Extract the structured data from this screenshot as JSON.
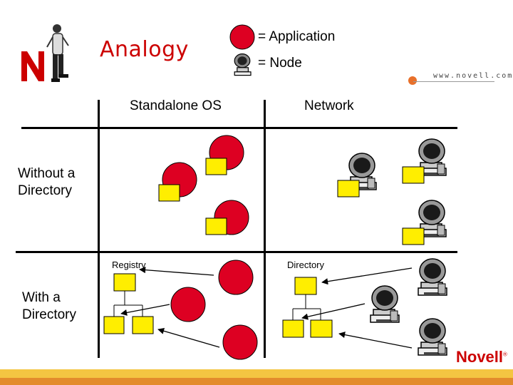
{
  "header": {
    "title": "Analogy",
    "url": "www.novell.com"
  },
  "legend": {
    "application_label": "= Application",
    "node_label": "= Node"
  },
  "columns": {
    "standalone": "Standalone OS",
    "network": "Network"
  },
  "rows": {
    "without_line1": "Without a",
    "without_line2": "Directory",
    "with_line1": "With a",
    "with_line2": "Directory"
  },
  "labels": {
    "registry": "Registry",
    "directory": "Directory"
  },
  "brand": {
    "name": "Novell",
    "mark": "®"
  },
  "colors": {
    "application": "#dd0022",
    "object": "#ffee00",
    "brand_red": "#cc0000",
    "footer_top": "#f4c542",
    "footer_bottom": "#e38b2c"
  },
  "icons": {
    "application": "red-circle-icon",
    "node": "computer-icon",
    "object": "yellow-square-icon"
  }
}
